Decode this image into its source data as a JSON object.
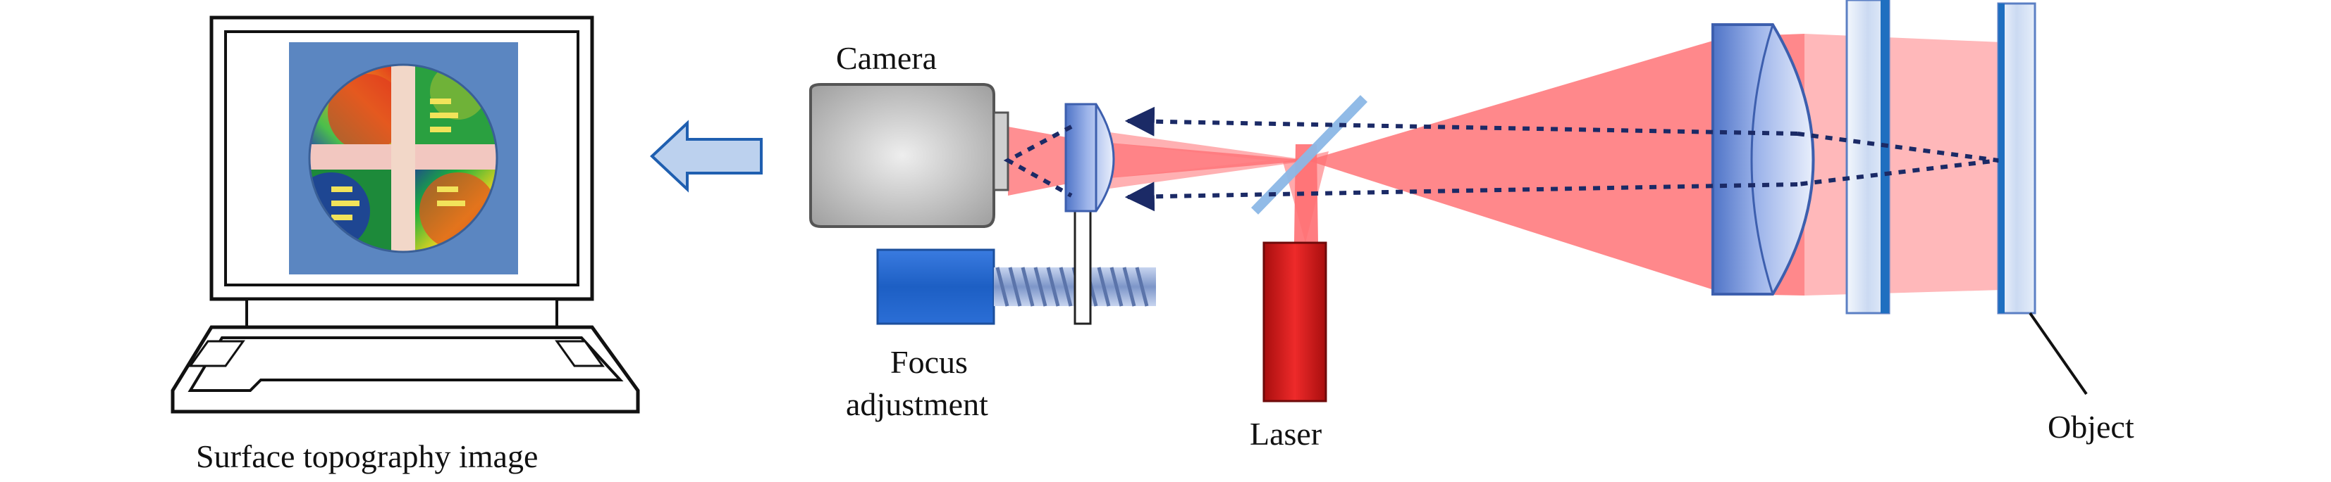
{
  "labels": {
    "camera": "Camera",
    "focus_line1": "Focus",
    "focus_line2": "adjustment",
    "laser": "Laser",
    "object": "Object",
    "surface_image": "Surface topography image"
  },
  "colors": {
    "beam": "#ff6f73",
    "beam_light": "#ffb3b5",
    "lens": "#6f8fd6",
    "glass": "#dfe9f8",
    "plate_edge": "#1f6fc0",
    "laser_body": "#d81e1e",
    "stage": "#2f6fd0",
    "camera_body": "#b8b8b8",
    "screen_bg": "#5b86c1",
    "dotted_arrow": "#1b2a66"
  }
}
